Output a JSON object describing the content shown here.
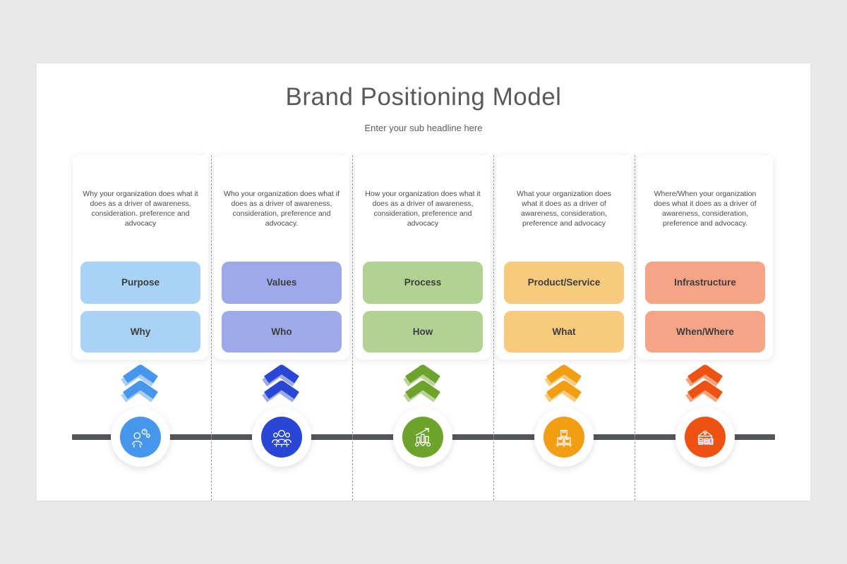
{
  "slide": {
    "page_background": "#e9e9e9",
    "background": "#ffffff",
    "title": "Brand Positioning Model",
    "subtitle": "Enter your sub headline here"
  },
  "timeline": {
    "color": "#55565a"
  },
  "columns": [
    {
      "name": "why",
      "description": "Why your organization does what it does as a driver of awareness, consideration. preference and advocacy",
      "top_label": "Purpose",
      "bottom_label": "Why",
      "box_color": "#a9d3f6",
      "accent_color": "#4596ec",
      "accent_light": "#aacdf2",
      "icon": "thinking-person-icon"
    },
    {
      "name": "who",
      "description": "Who your organization does what if does as a driver of awareness, consideration, preference and advocacy.",
      "top_label": "Values",
      "bottom_label": "Who",
      "box_color": "#9ea9e9",
      "accent_color": "#2a46d4",
      "accent_light": "#9fabe9",
      "icon": "team-icon"
    },
    {
      "name": "how",
      "description": "How your organization does what it does as a driver of awareness, consideration, preference and advocacy",
      "top_label": "Process",
      "bottom_label": "How",
      "box_color": "#b1d293",
      "accent_color": "#6da32b",
      "accent_light": "#bad59c",
      "icon": "growth-chart-icon"
    },
    {
      "name": "what",
      "description": "What your organization does what it does as a driver of awareness, consideration, preference and advocacy",
      "top_label": "Product/Service",
      "bottom_label": "What",
      "box_color": "#f8ca7e",
      "accent_color": "#f29e12",
      "accent_light": "#f5cb80",
      "icon": "packages-icon"
    },
    {
      "name": "where_when",
      "description": "Where/When your organization does what it does as a driver of awareness, consideration, preference and advocacy.",
      "top_label": "Infrastructure",
      "bottom_label": "When/Where",
      "box_color": "#f5a585",
      "accent_color": "#ee5212",
      "accent_light": "#f4a47c",
      "icon": "warehouse-icon"
    }
  ]
}
